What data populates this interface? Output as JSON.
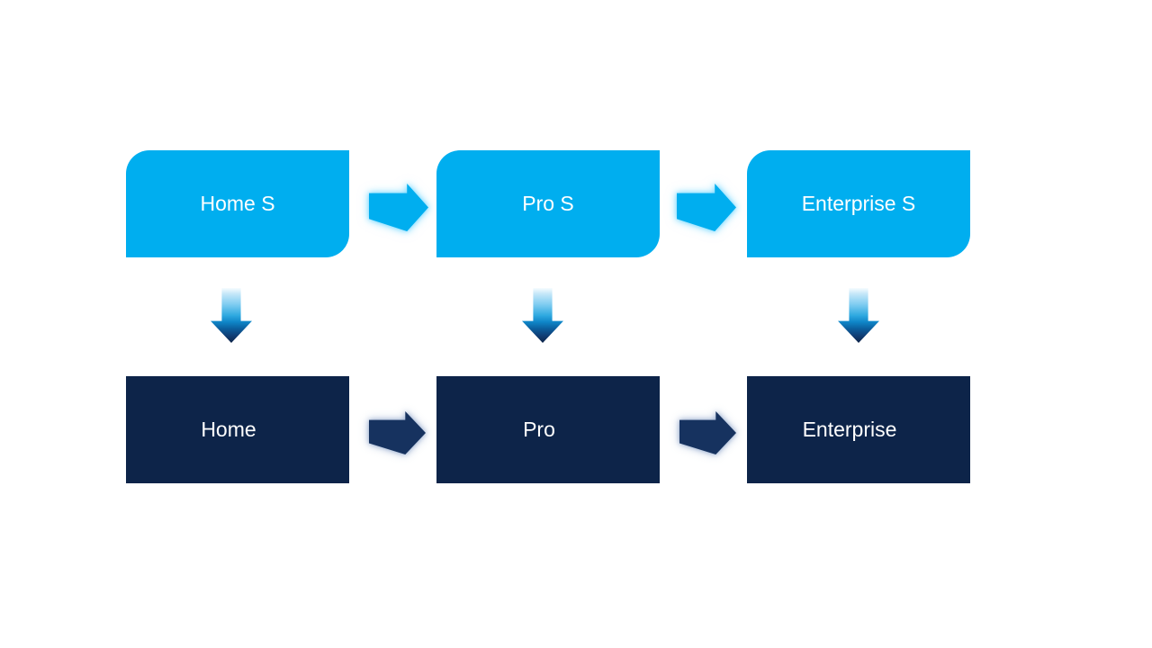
{
  "slide": {
    "background": "#ffffff"
  },
  "diagram": {
    "type": "upgrade-path-flow",
    "top_row": {
      "fill": "#00aeef",
      "text_color": "#ffffff",
      "corner_style": "rounded-diagonal",
      "boxes": [
        {
          "label": "Home S"
        },
        {
          "label": "Pro S"
        },
        {
          "label": "Enterprise S"
        }
      ]
    },
    "bottom_row": {
      "fill": "#0d2449",
      "text_color": "#ffffff",
      "corner_style": "square",
      "boxes": [
        {
          "label": "Home"
        },
        {
          "label": "Pro"
        },
        {
          "label": "Enterprise"
        }
      ]
    },
    "connectors": {
      "top_right_arrows": {
        "icon": "right-arrow",
        "fill": "#00aeef",
        "glow": "#6ed6ff",
        "count": 2
      },
      "bottom_right_arrows": {
        "icon": "right-arrow",
        "fill": "#16325f",
        "glow": "#87a0c8",
        "count": 2
      },
      "down_arrows": {
        "icon": "down-arrow",
        "gradient_top": "#f7fcff",
        "gradient_mid": "#2fa9e0",
        "gradient_bottom": "#0e2447",
        "count": 3
      }
    }
  }
}
